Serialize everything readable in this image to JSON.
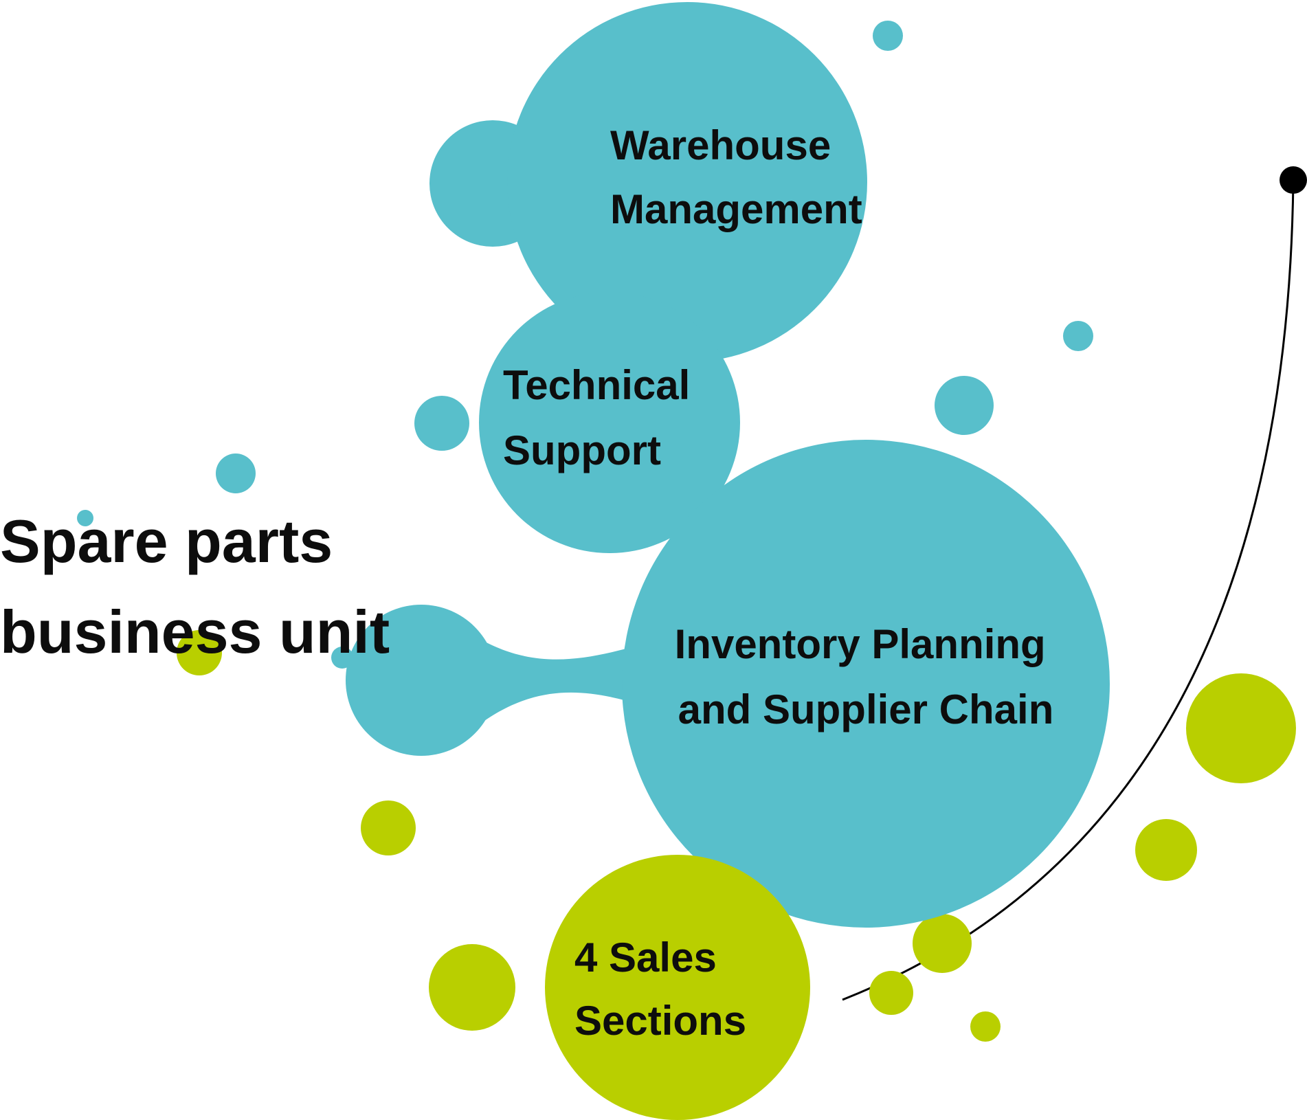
{
  "title": {
    "line1": "Spare parts",
    "line2": "business unit"
  },
  "bubbles": {
    "warehouse": {
      "line1": "Warehouse",
      "line2": "Management"
    },
    "technical": {
      "line1": "Technical",
      "line2": "Support"
    },
    "inventory": {
      "line1": "Inventory Planning",
      "line2": "and Supplier Chain"
    },
    "sales": {
      "line1": "4 Sales",
      "line2": "Sections"
    }
  },
  "colors": {
    "teal": "#58BFCB",
    "green": "#B9CF00",
    "text": "#0d0d0d",
    "line": "#000000"
  }
}
